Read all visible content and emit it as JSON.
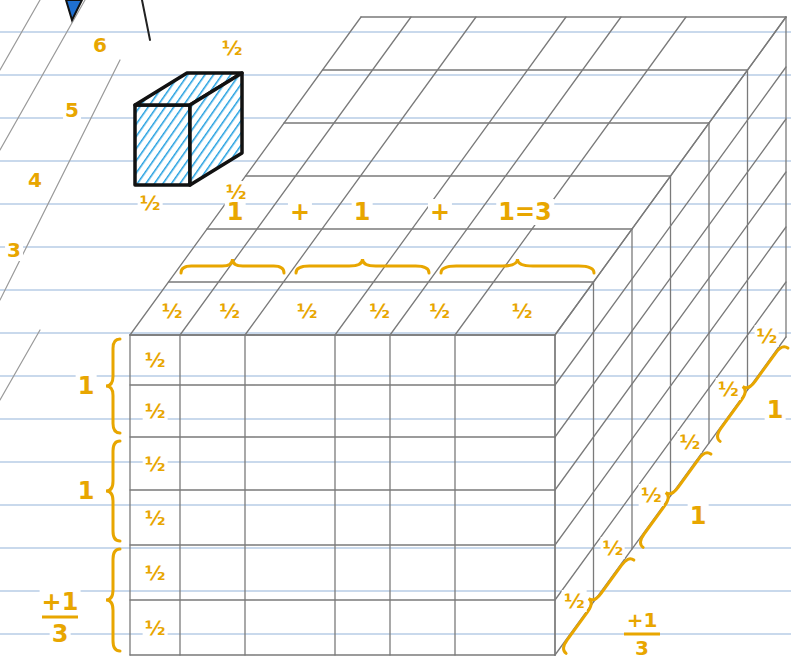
{
  "diagram": {
    "labels": [
      "6",
      "½",
      "5",
      "½",
      "½",
      "4",
      "3",
      "1",
      "+",
      "1",
      "+",
      "1=3",
      "½",
      "½",
      "½",
      "½",
      "½",
      "½",
      "1",
      "1",
      "+1",
      "3",
      "½",
      "½",
      "½",
      "½",
      "½",
      "½",
      "½",
      "½",
      "½",
      "½",
      "½",
      "½",
      "1",
      "1",
      "+1",
      "3"
    ]
  }
}
